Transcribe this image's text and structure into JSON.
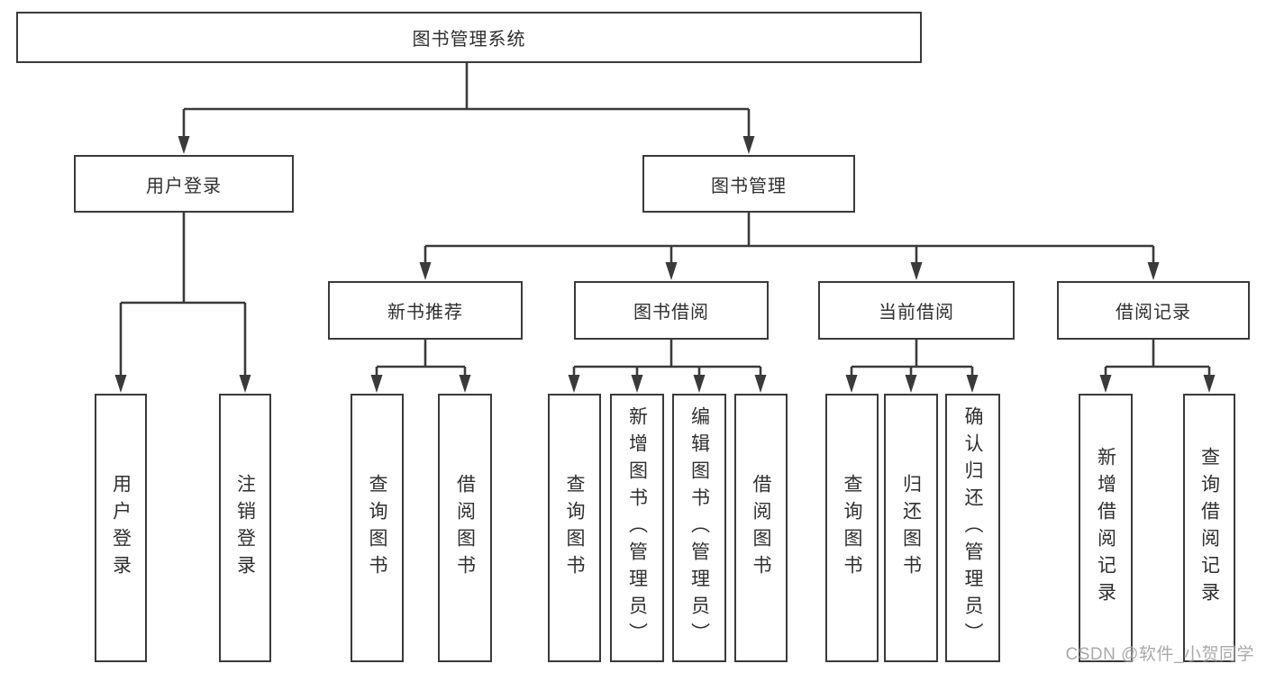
{
  "colors": {
    "line": "#3a3a3a",
    "text": "#2f2f2f",
    "watermark": "#9e9e9e",
    "background": "#ffffff"
  },
  "tree": {
    "label": "图书管理系统",
    "children": [
      {
        "label": "用户登录",
        "children": [
          {
            "label": "用户登录"
          },
          {
            "label": "注销登录"
          }
        ]
      },
      {
        "label": "图书管理",
        "children": [
          {
            "label": "新书推荐",
            "children": [
              {
                "label": "查询图书"
              },
              {
                "label": "借阅图书"
              }
            ]
          },
          {
            "label": "图书借阅",
            "children": [
              {
                "label": "查询图书"
              },
              {
                "label": "新增图书（管理员）"
              },
              {
                "label": "编辑图书（管理员）"
              },
              {
                "label": "借阅图书"
              }
            ]
          },
          {
            "label": "当前借阅",
            "children": [
              {
                "label": "查询图书"
              },
              {
                "label": "归还图书"
              },
              {
                "label": "确认归还（管理员）"
              }
            ]
          },
          {
            "label": "借阅记录",
            "children": [
              {
                "label": "新增借阅记录"
              },
              {
                "label": "查询借阅记录"
              }
            ]
          }
        ]
      }
    ]
  },
  "watermark": {
    "text": "CSDN @软件_小贺同学"
  }
}
